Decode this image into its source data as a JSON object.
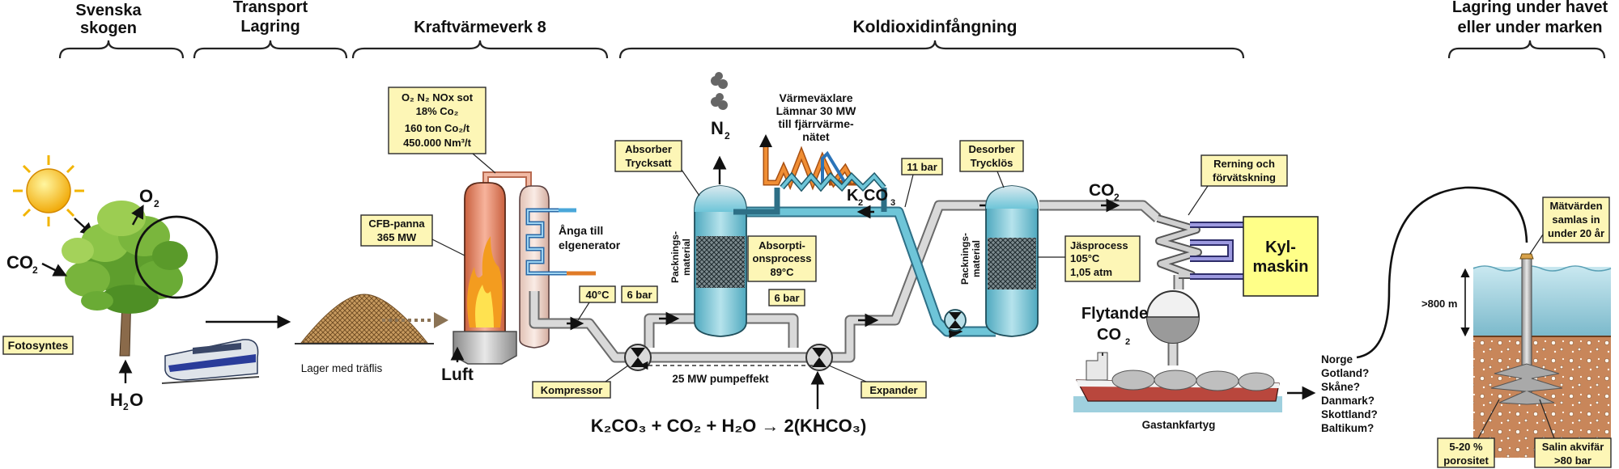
{
  "sections": {
    "forest": [
      "Svenska",
      "skogen"
    ],
    "transport": [
      "Transport",
      "Lagring"
    ],
    "chp": "Kraftvärmeverk 8",
    "capture": "Koldioxidinfångning",
    "storage": [
      "Lagring under havet",
      "eller under marken"
    ]
  },
  "forest": {
    "co2": "CO",
    "co2_sub": "2",
    "o2": "O",
    "o2_sub": "2",
    "h2o_a": "H",
    "h2o_sub": "2",
    "h2o_b": "O",
    "photosynthesis": "Fotosyntes"
  },
  "transport": {
    "storage_label": "Lager med träflis"
  },
  "chp": {
    "emission_box": [
      "O₂ N₂ NOx  sot",
      "18% Co₂",
      "160 ton Co₂/t",
      "450.000 Nm³/t"
    ],
    "boiler_box": [
      "CFB-panna",
      "365 MW"
    ],
    "steam": [
      "Ånga till",
      "elgenerator"
    ],
    "air": "Luft"
  },
  "capture": {
    "n2": "N",
    "n2_sub": "2",
    "heat_exchanger": [
      "Värmeväxlare",
      "Lämnar 30 MW",
      "till fjärrvärme-",
      "nätet"
    ],
    "absorber_box": [
      "Absorber",
      "Trycksatt"
    ],
    "absorption_box": [
      "Absorpti-",
      "onsprocess",
      "89°C"
    ],
    "packing_left": [
      "Packnings-",
      "material"
    ],
    "packing_right": [
      "Packnings-",
      "material"
    ],
    "k2co3": "K",
    "k2co3_sub": "2",
    "k2co3_end": "CO",
    "k2co3_sub2": "3",
    "pressure_11": "11 bar",
    "desorber_box": [
      "Desorber",
      "Trycklös"
    ],
    "fermentation_box": [
      "Jäsprocess",
      "105°C",
      "1,05 atm"
    ],
    "co2_top": "CO",
    "co2_top_sub": "2",
    "purification_box": [
      "Rerning och",
      "förvätskning"
    ],
    "cooler_box": [
      "Kyl-",
      "maskin"
    ],
    "liquid_co2": [
      "Flytande",
      "CO"
    ],
    "liquid_co2_sub": "2",
    "temp_40": "40°C",
    "bar6_left": "6 bar",
    "bar6_right": "6 bar",
    "compressor": "Kompressor",
    "expander": "Expander",
    "pump_effect": "25 MW pumpeffekt",
    "equation": "K₂CO₃ + CO₂ + H₂O → 2(KHCO₃)"
  },
  "shipping": {
    "tanker": "Gastankfartyg",
    "destinations": [
      "Norge",
      "Gotland?",
      "Skåne?",
      "Danmark?",
      "Skottland?",
      "Baltikum?"
    ]
  },
  "storage": {
    "measure_box": [
      "Mätvärden",
      "samlas in",
      "under 20 år"
    ],
    "depth": ">800 m",
    "porosity_box": [
      "5-20 %",
      "porositet"
    ],
    "aquifer_box": [
      "Salin akvifär",
      ">80 bar"
    ]
  },
  "colors": {
    "label_fill": "#fdf6b6",
    "absorber": "#6ec5d8",
    "boiler": "#e8836a",
    "cooler": "#ffff88",
    "sea": "#9fd0de",
    "soil": "#c8865a"
  }
}
